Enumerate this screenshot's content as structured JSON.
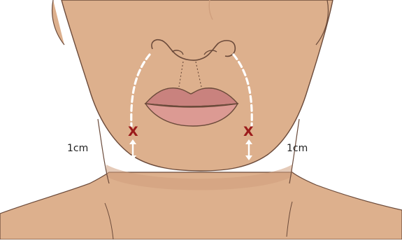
{
  "labels": {
    "left_distance": "1cm",
    "right_distance": "1cm",
    "left_injection_mark": "X",
    "right_injection_mark": "X"
  },
  "colors": {
    "skin": "#ddb08d",
    "skin_shadow": "#cf9f7d",
    "outline": "#6b4a3a",
    "lip_upper": "#c9827e",
    "lip_lower": "#dc9a93",
    "guide_line": "#ffffff",
    "mark": "#9b1b1b",
    "text": "#222222",
    "background": "#ffffff"
  }
}
